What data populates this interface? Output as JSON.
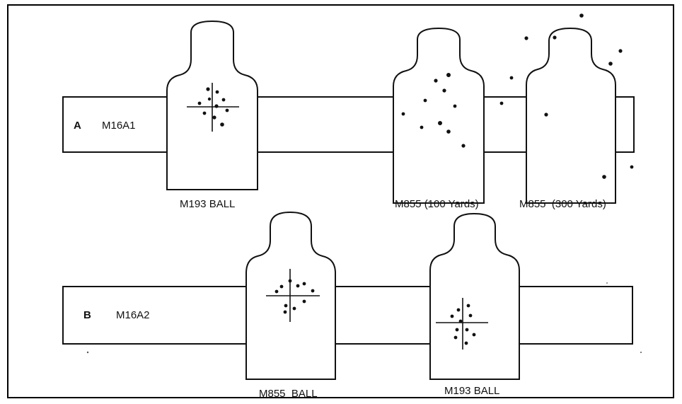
{
  "panel_a": {
    "letter": "A",
    "rifle": "M16A1",
    "captions": [
      "M193 BALL",
      "M855 (100 Yards)",
      "M855  (300 Yards)"
    ]
  },
  "panel_b": {
    "letter": "B",
    "rifle": "M16A2",
    "captions": [
      "M855  BALL",
      "M193 BALL"
    ]
  },
  "colors": {
    "ink": "#111111",
    "background": "#ffffff"
  }
}
